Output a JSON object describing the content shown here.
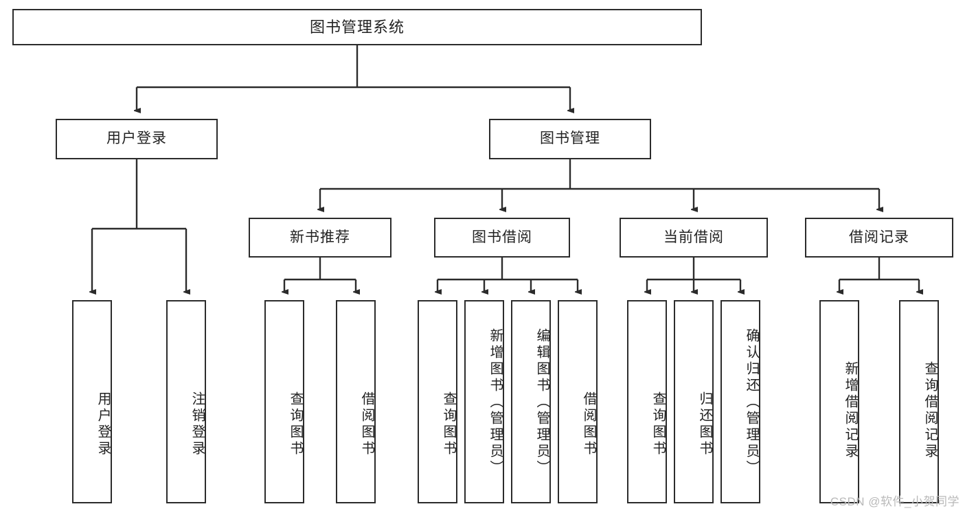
{
  "diagram": {
    "type": "tree-hierarchy-chart",
    "title": "图书管理系统",
    "watermark": "CSDN @软件_小贺同学",
    "colors": {
      "box_border": "#2b2b2b",
      "box_fill": "#ffffff",
      "connector": "#2b2b2b",
      "text": "#222222",
      "watermark": "#b9b9b9"
    },
    "levels": {
      "level1": [
        {
          "id": "root",
          "label": "图书管理系统"
        }
      ],
      "level2": [
        {
          "id": "user-login",
          "label": "用户登录",
          "parent": "root"
        },
        {
          "id": "book-manage",
          "label": "图书管理",
          "parent": "root"
        }
      ],
      "level3": [
        {
          "id": "new-book-rec",
          "label": "新书推荐",
          "parent": "book-manage"
        },
        {
          "id": "book-borrow",
          "label": "图书借阅",
          "parent": "book-manage"
        },
        {
          "id": "current-borrow",
          "label": "当前借阅",
          "parent": "book-manage"
        },
        {
          "id": "borrow-record",
          "label": "借阅记录",
          "parent": "book-manage"
        }
      ],
      "leaves": [
        {
          "id": "leaf-user-login",
          "label": "用户登录",
          "parent": "user-login"
        },
        {
          "id": "leaf-logout",
          "label": "注销登录",
          "parent": "user-login"
        },
        {
          "id": "leaf-query-book-1",
          "label": "查询图书",
          "parent": "new-book-rec"
        },
        {
          "id": "leaf-borrow-book-1",
          "label": "借阅图书",
          "parent": "new-book-rec"
        },
        {
          "id": "leaf-query-book-2",
          "label": "查询图书",
          "parent": "book-borrow"
        },
        {
          "id": "leaf-add-book",
          "label": "新增图书（管理员）",
          "parent": "book-borrow"
        },
        {
          "id": "leaf-edit-book",
          "label": "编辑图书（管理员）",
          "parent": "book-borrow"
        },
        {
          "id": "leaf-borrow-book-2",
          "label": "借阅图书",
          "parent": "book-borrow"
        },
        {
          "id": "leaf-query-book-3",
          "label": "查询图书",
          "parent": "current-borrow"
        },
        {
          "id": "leaf-return-book",
          "label": "归还图书",
          "parent": "current-borrow"
        },
        {
          "id": "leaf-confirm-return",
          "label": "确认归还（管理员）",
          "parent": "current-borrow"
        },
        {
          "id": "leaf-add-record",
          "label": "新增借阅记录",
          "parent": "borrow-record"
        },
        {
          "id": "leaf-query-record",
          "label": "查询借阅记录",
          "parent": "borrow-record"
        }
      ]
    }
  }
}
